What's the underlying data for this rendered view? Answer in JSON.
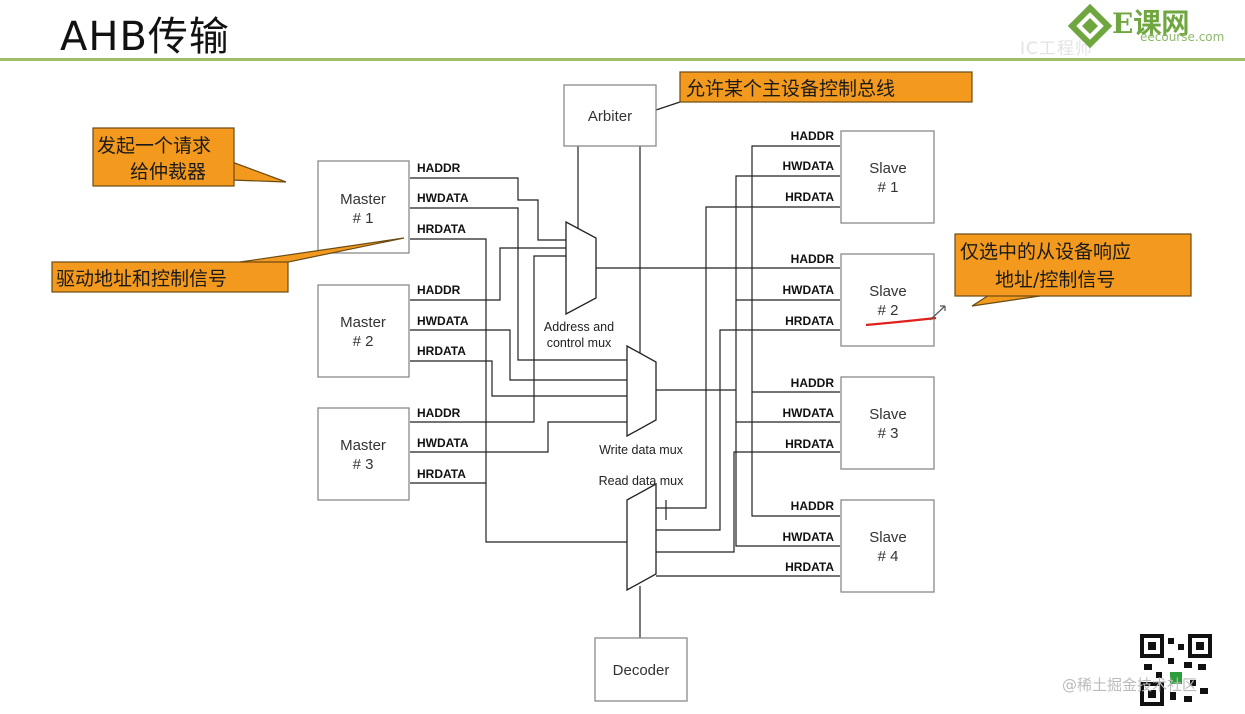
{
  "slide": {
    "title": "AHB传输"
  },
  "logo": {
    "brand": "E课网",
    "sub": "eecourse.com",
    "ghost": "IC工程师"
  },
  "blocks": {
    "arbiter": "Arbiter",
    "decoder": "Decoder",
    "masters": [
      {
        "line1": "Master",
        "line2": "# 1"
      },
      {
        "line1": "Master",
        "line2": "# 2"
      },
      {
        "line1": "Master",
        "line2": "# 3"
      }
    ],
    "slaves": [
      {
        "line1": "Slave",
        "line2": "# 1"
      },
      {
        "line1": "Slave",
        "line2": "# 2"
      },
      {
        "line1": "Slave",
        "line2": "# 3"
      },
      {
        "line1": "Slave",
        "line2": "# 4"
      }
    ]
  },
  "signals": {
    "haddr": "HADDR",
    "hwdata": "HWDATA",
    "hrdata": "HRDATA"
  },
  "muxes": {
    "addr_line1": "Address and",
    "addr_line2": "control mux",
    "write": "Write data mux",
    "read": "Read data mux"
  },
  "callouts": {
    "arbiter_note": "允许某个主设备控制总线",
    "request_line1": "发起一个请求",
    "request_line2": "给仲裁器",
    "drive_note": "驱动地址和控制信号",
    "slave_line1": "仅选中的从设备响应",
    "slave_line2": "地址/控制信号"
  },
  "colors": {
    "callout_fill": "#f39a1e",
    "callout_stroke": "#6b4b14",
    "accent": "#9fbf66",
    "mark": "#e0201c"
  },
  "watermark": "@稀土掘金技术社区"
}
